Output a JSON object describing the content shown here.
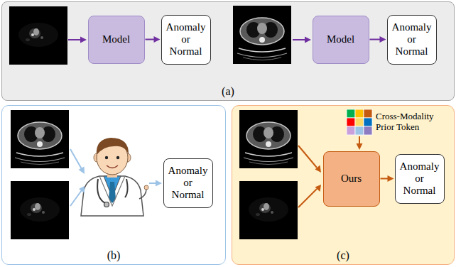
{
  "diagram": {
    "nodes": [
      {
        "text": [
          "(a)"
        ]
      },
      {
        "text": [
          "Model"
        ],
        "in": 0
      },
      {
        "text": [
          "Anomaly or Normal"
        ],
        "in": 0
      },
      {
        "text": [
          "Model"
        ],
        "in": 0
      },
      {
        "text": [
          "Anomaly or Normal"
        ],
        "in": 0
      },
      {
        "text": [
          "(b)"
        ]
      },
      {
        "text": [
          "Anomaly or Normal"
        ],
        "in": 5
      },
      {
        "text": [
          "(c)"
        ]
      },
      {
        "text": [
          "Ours"
        ],
        "in": 7
      },
      {
        "text": [
          "Anomaly or Normal"
        ],
        "in": 7
      }
    ],
    "edges": [
      {
        "from": 1,
        "to": 2,
        "arrow": "to"
      },
      {
        "from": 3,
        "to": 4,
        "arrow": "to"
      },
      {
        "from": 8,
        "to": 9,
        "arrow": "to"
      }
    ],
    "labels": [
      "Cross-Modality Prior Token"
    ]
  }
}
